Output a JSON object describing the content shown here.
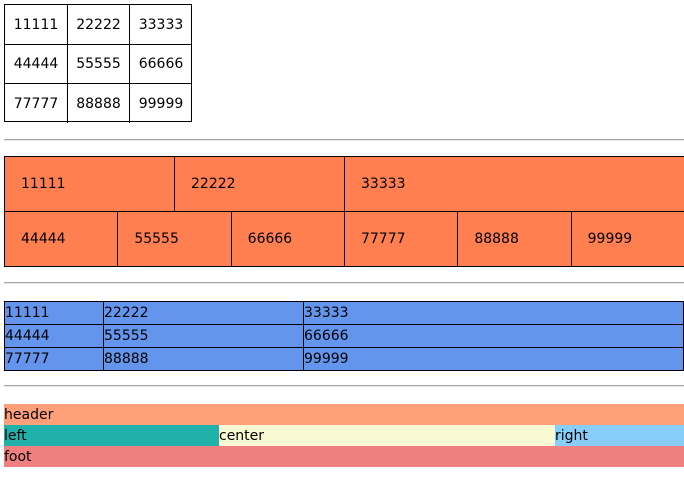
{
  "grid_table": {
    "cells": [
      "11111",
      "22222",
      "33333",
      "44444",
      "55555",
      "66666",
      "77777",
      "88888",
      "99999"
    ]
  },
  "orange_table": {
    "row1": [
      "11111",
      "22222",
      "33333"
    ],
    "row2": [
      "44444",
      "55555",
      "66666",
      "77777",
      "88888",
      "99999"
    ],
    "background": "#ff7f50"
  },
  "blue_table": {
    "rows": [
      [
        "11111",
        "22222",
        "33333"
      ],
      [
        "44444",
        "55555",
        "66666"
      ],
      [
        "77777",
        "88888",
        "99999"
      ]
    ],
    "background": "#6495ed"
  },
  "layout": {
    "header": "header",
    "left": "left",
    "center": "center",
    "right": "right",
    "foot": "foot",
    "colors": {
      "header": "#ffa07a",
      "left": "#20b2aa",
      "center": "#fafad2",
      "right": "#87cefa",
      "foot": "#f08080"
    }
  }
}
